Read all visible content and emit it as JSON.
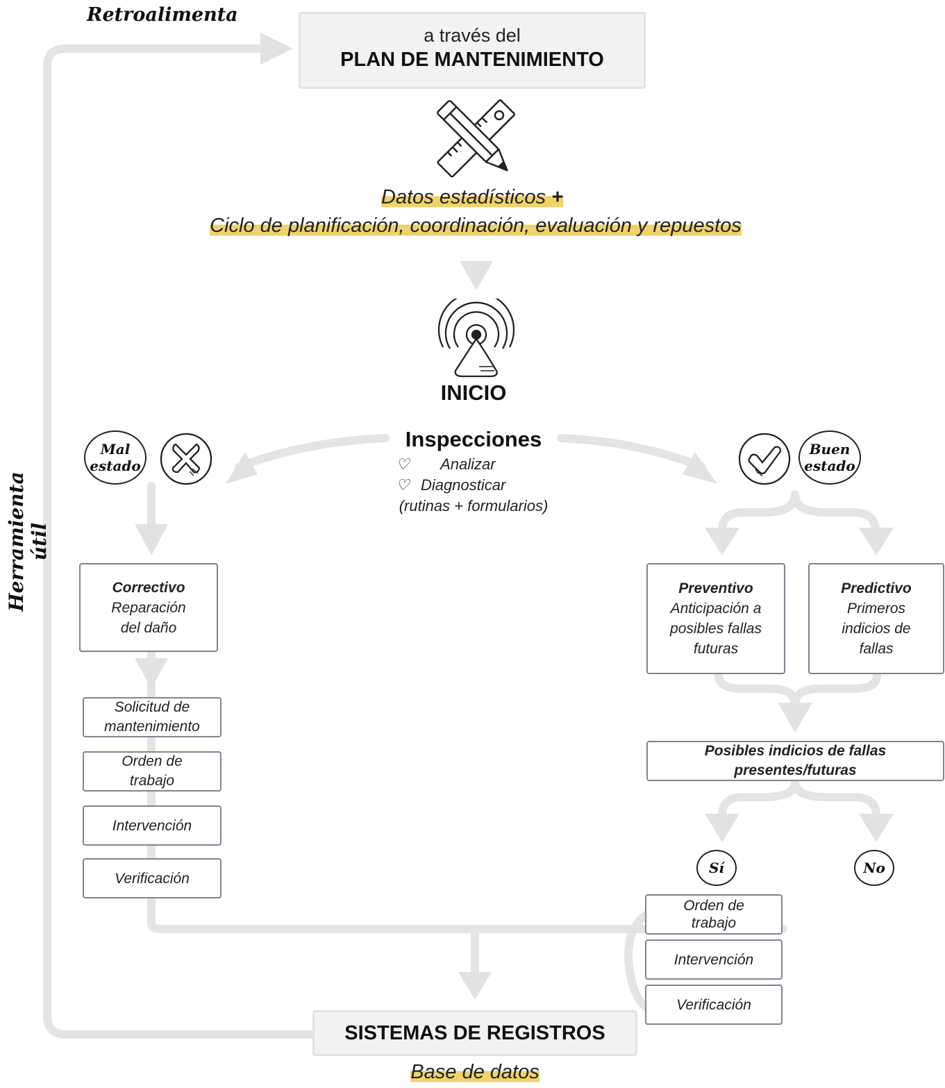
{
  "feedback_label": "Retroalimenta",
  "useful_tool_label": "Herramienta útil",
  "plan": {
    "line1": "a través del",
    "line2": "PLAN DE MANTENIMIENTO"
  },
  "stats": {
    "line1": "Datos estadísticos",
    "plus": "+",
    "line2": "Ciclo de planificación, coordinación, evaluación y repuestos"
  },
  "start": "INICIO",
  "inspections": {
    "title": "Inspecciones",
    "item1": "Analizar",
    "item2": "Diagnosticar",
    "note": "(rutinas + formularios)"
  },
  "bad_state": {
    "line1": "Mal",
    "line2": "estado"
  },
  "good_state": {
    "line1": "Buen",
    "line2": "estado"
  },
  "corrective": {
    "title": "Correctivo",
    "line1": "Reparación",
    "line2": "del daño"
  },
  "corrective_steps": [
    {
      "line1": "Solicitud de",
      "line2": "mantenimiento"
    },
    {
      "line1": "Orden de",
      "line2": "trabajo"
    },
    {
      "line1": "Intervención"
    },
    {
      "line1": "Verificación"
    }
  ],
  "preventive": {
    "title": "Preventivo",
    "line1": "Anticipación a",
    "line2": "posibles fallas",
    "line3": "futuras"
  },
  "predictive": {
    "title": "Predictivo",
    "line1": "Primeros",
    "line2": "indicios de",
    "line3": "fallas"
  },
  "possible_failures": {
    "line1": "Posibles indicios de fallas",
    "line2": "presentes/futuras"
  },
  "yes_label": "Sí",
  "no_label": "No",
  "right_steps": [
    {
      "line1": "Orden de",
      "line2": "trabajo"
    },
    {
      "line1": "Intervención"
    },
    {
      "line1": "Verificación"
    }
  ],
  "registry": {
    "title": "SISTEMAS DE REGISTROS",
    "subtitle": "Base de datos"
  },
  "colors": {
    "connector": "#e4e4e4",
    "highlight": "#efd36a",
    "border": "#7f8490"
  }
}
